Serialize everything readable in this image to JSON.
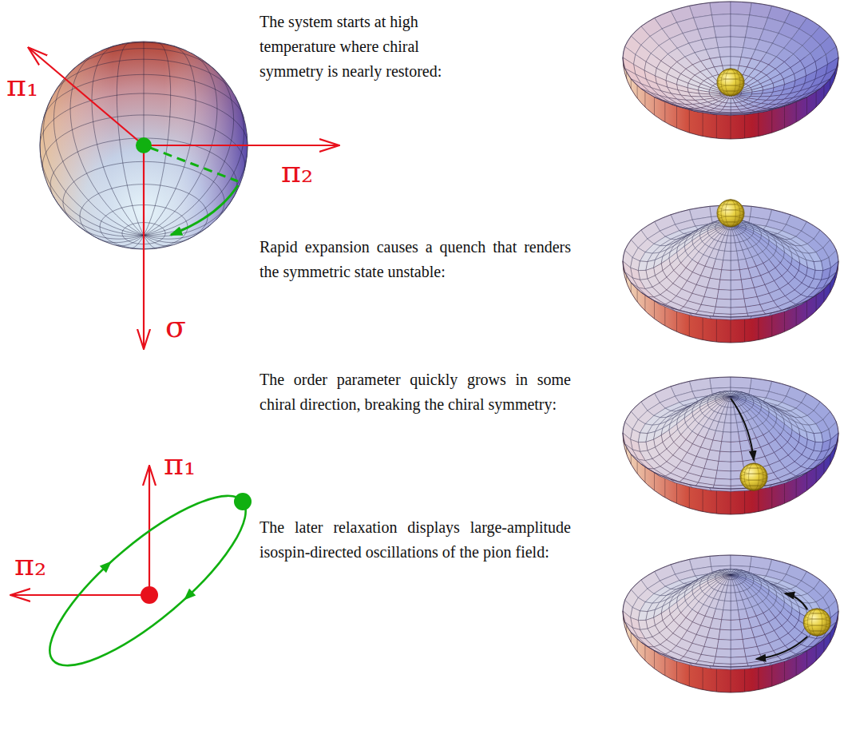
{
  "diagram": {
    "labels": [
      "π₁",
      "π₂",
      "σ",
      "The system starts at high temperature where chiral symmetry is nearly restored:",
      "Rapid expansion causes a quench that renders the symmetric state unstable:",
      "The order parameter quickly grows in some chiral direction, breaking the chiral symmetry:",
      "The later relaxation displays large-amplitude isospin-directed oscillations of the pion field:",
      "π₁",
      "π₂"
    ]
  }
}
